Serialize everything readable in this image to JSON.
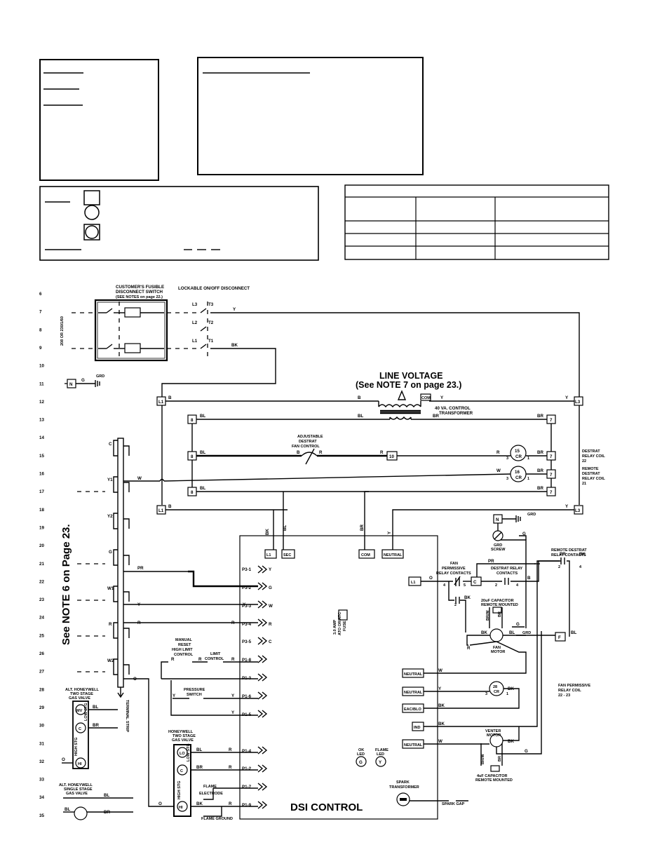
{
  "line_numbers": [
    "6",
    "7",
    "8",
    "9",
    "10",
    "11",
    "12",
    "13",
    "14",
    "15",
    "16",
    "17",
    "18",
    "19",
    "20",
    "21",
    "22",
    "23",
    "24",
    "25",
    "26",
    "27",
    "28",
    "29",
    "30",
    "31",
    "32",
    "33",
    "34",
    "35"
  ],
  "supply": {
    "voltage_label": "208 OR 230/1/60",
    "fusible_switch": [
      "CUSTOMER'S FUSIBLE",
      "DISCONNECT SWITCH",
      "(SEE NOTES on page 22.)"
    ],
    "onoff_label": "LOCKABLE ON/OFF DISCONNECT",
    "poles": [
      "L3",
      "T3",
      "L2",
      "T2",
      "L1",
      "T1"
    ],
    "neutral": "N",
    "ground": "G",
    "grd": "GRD"
  },
  "line_voltage_title": [
    "LINE VOLTAGE",
    "(See NOTE 7 on page 23.)"
  ],
  "transformer": {
    "com": "COM",
    "label": [
      "40 VA. CONTROL",
      "TRANSFORMER"
    ]
  },
  "terminals": {
    "l1": "L1",
    "l3": "L3",
    "t8": "8",
    "t7": "7",
    "t10": "10",
    "f": "F",
    "c": "C",
    "n": "N"
  },
  "wire_colors": {
    "y": "Y",
    "b": "B",
    "bk": "BK",
    "bl": "BL",
    "br": "BR",
    "r": "R",
    "w": "W",
    "pr": "PR",
    "o": "O",
    "g": "G"
  },
  "fan_control": [
    "ADJUSTABLE",
    "DESTRAT",
    "FAN CONTROL"
  ],
  "relays": {
    "cr15": [
      "15",
      "CR"
    ],
    "cr16": [
      "16",
      "CR"
    ],
    "cr28": [
      "28",
      "CR"
    ],
    "coil22": [
      "DESTRAT",
      "RELAY COIL",
      "22"
    ],
    "coil21": [
      "REMOTE",
      "DESTRAT",
      "RELAY COIL",
      "21"
    ],
    "coil_fan": [
      "FAN PERMISSIVE",
      "RELAY COIL",
      "22 - 23"
    ],
    "pins": [
      "3",
      "1",
      "2",
      "4",
      "5"
    ]
  },
  "terminal_strip": {
    "labels": [
      "C",
      "Y1",
      "Y2",
      "G",
      "W1",
      "R",
      "W2"
    ],
    "caption": "TERMINAL STRIP",
    "note": "See NOTE 6 on Page 23."
  },
  "dsi": {
    "title": "DSI CONTROL",
    "top_terminals": [
      "L1",
      "SEC",
      "COM",
      "NEUTRAL"
    ],
    "p3": [
      "P3-1",
      "P3-2",
      "P3-3",
      "P3-4",
      "P3-5"
    ],
    "p3_letters": [
      "Y",
      "G",
      "W",
      "R",
      "C"
    ],
    "p1_top": [
      "P1-8",
      "P1-3",
      "P1-6",
      "P1-5"
    ],
    "p1_bottom": [
      "P1-4",
      "P1-2",
      "P1-7",
      "P1-9"
    ],
    "fuse": [
      "3.0 AMP",
      "ATO OR ATC",
      "FUSE"
    ],
    "right_terminals": [
      "L1",
      "NEUTRAL",
      "NEUTRAL",
      "EAC/BLO",
      "IND",
      "NEUTRAL"
    ],
    "ok_led": [
      "OK",
      "LED"
    ],
    "flame_led": [
      "FLAME",
      "LED"
    ],
    "spark": [
      "SPARK",
      "TRANSFORMER"
    ],
    "spark_gap": "SPARK GAP"
  },
  "controls": {
    "manual_reset": [
      "MANUAL",
      "RESET",
      "HIGH LIMIT",
      "CONTROL"
    ],
    "limit": [
      "LIMIT",
      "CONTROL"
    ],
    "pressure": [
      "PRESSURE",
      "SWITCH"
    ],
    "flame_electrode": [
      "FLAME",
      "ELECTRODE"
    ],
    "flame_ground": "FLAME GROUND",
    "grd_screw": [
      "GRD",
      "SCREW"
    ]
  },
  "fan_section": {
    "permissive_contacts": [
      "FAN",
      "PERMISSIVE",
      "RELAY CONTACTS"
    ],
    "destrat_contacts": [
      "DESTRAT RELAY",
      "CONTACTS"
    ],
    "remote_contacts": [
      "REMOTE DESTRAT",
      "RELAY CONTACTS"
    ],
    "cap20": "20uF CAPACITOR",
    "cap20_sub": "REMOTE MOUNTED",
    "fan_motor": [
      "FAN",
      "MOTOR"
    ],
    "venter_motor": [
      "VENTER",
      "MOTOR"
    ],
    "cap4": "4uF CAPACITOR",
    "cap4_sub": "REMOTE MOUNTED",
    "brw": "BR/W"
  },
  "valves": {
    "alt_two_stage": [
      "ALT. HONEYWELL",
      "TWO STAGE",
      "GAS VALVE"
    ],
    "two_stage": [
      "HONEYWELL",
      "TWO STAGE",
      "GAS VALVE"
    ],
    "alt_single": [
      "ALT. HONEYWELL",
      "SINGLE STAGE",
      "GAS VALVE"
    ],
    "mv": "MV",
    "c": "C",
    "hi": "HI",
    "lo": "LO",
    "low_stg": "LOW STG",
    "high_stg": "HIGH STG"
  }
}
